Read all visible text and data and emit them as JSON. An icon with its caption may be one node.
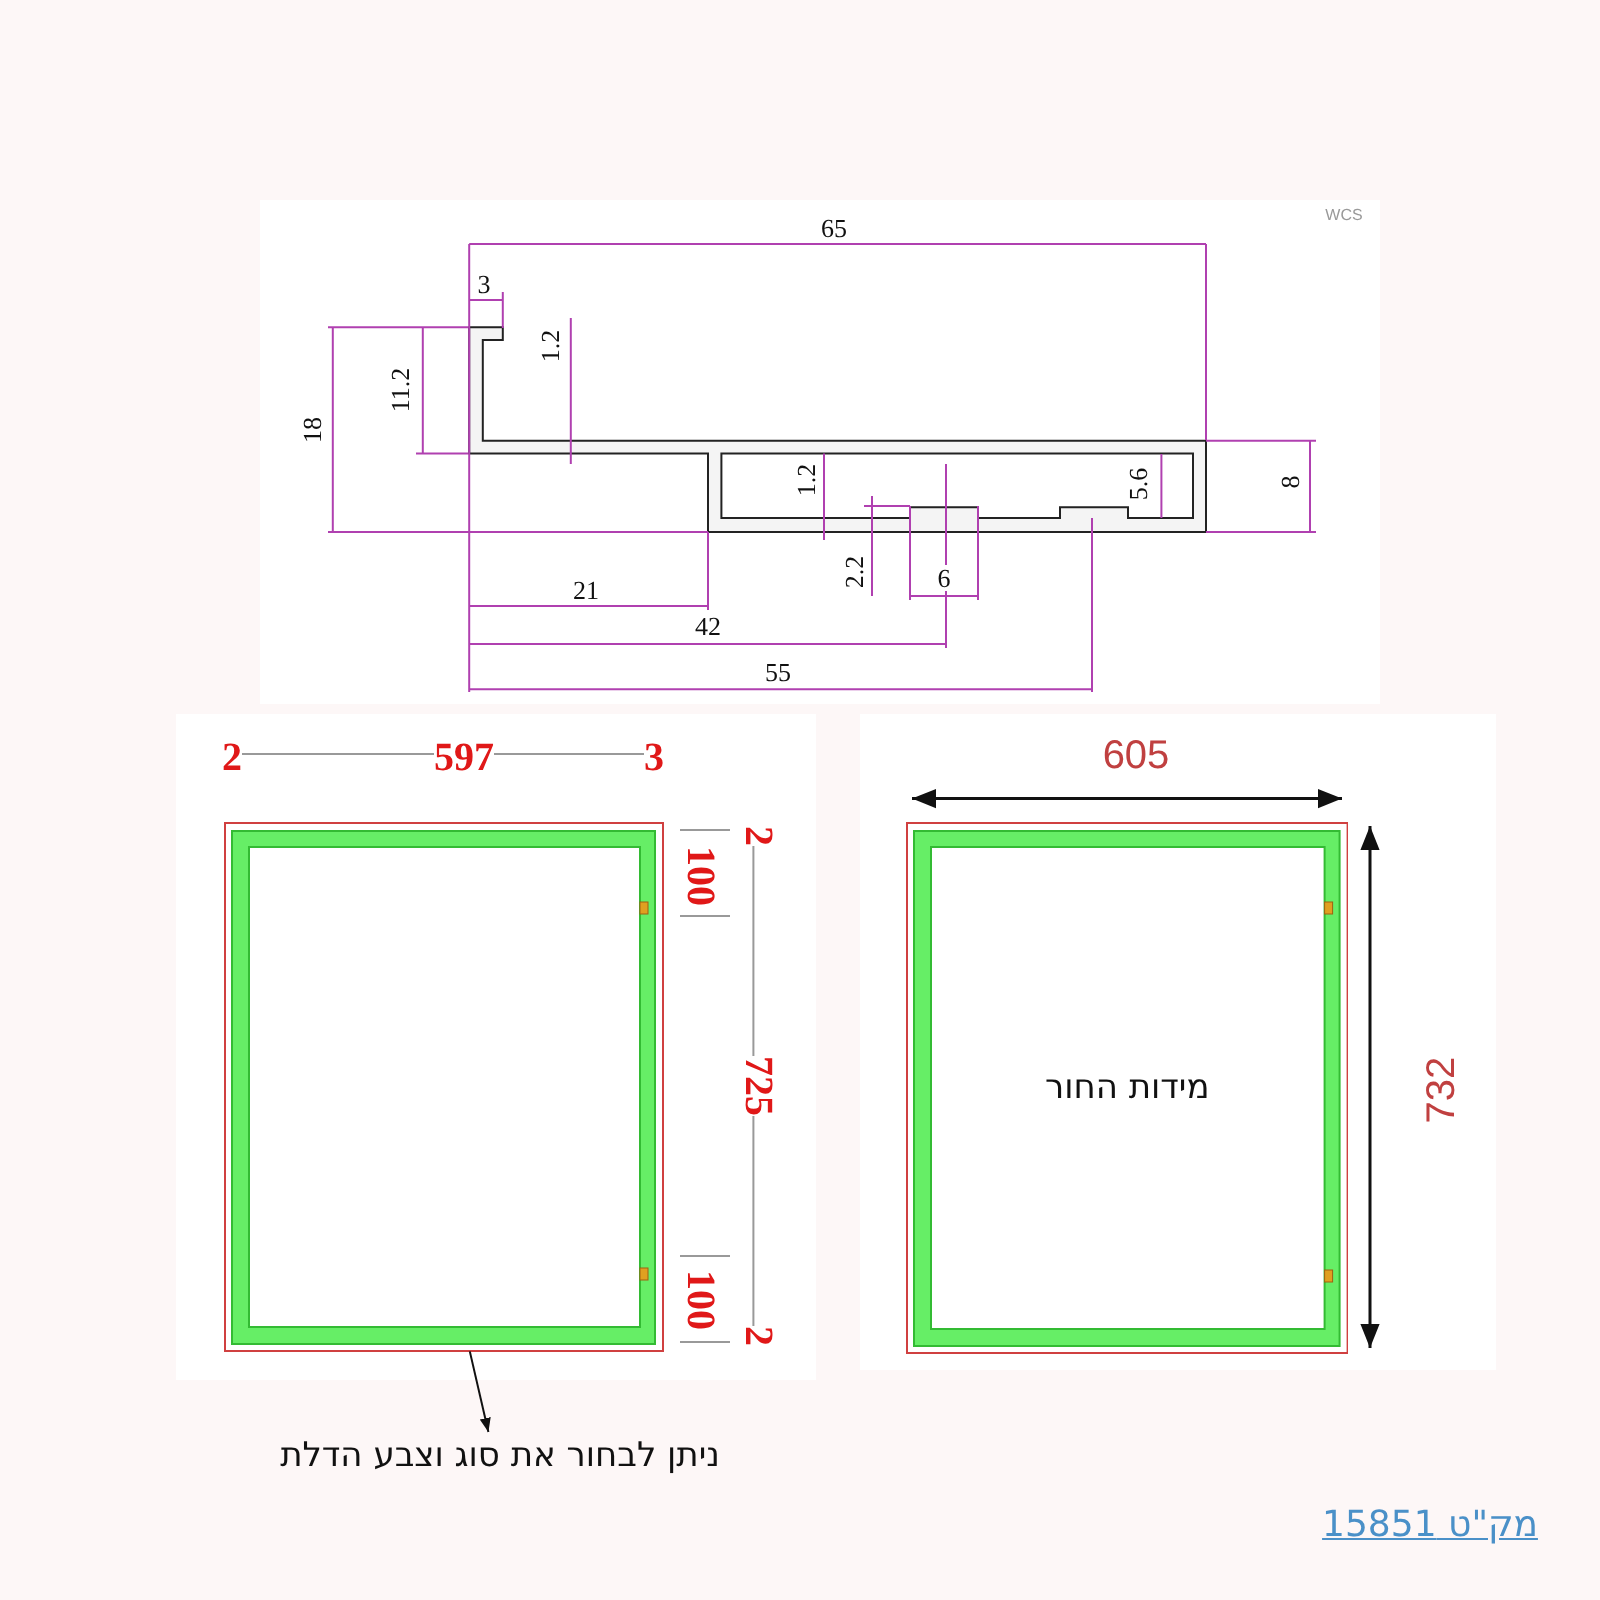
{
  "diagram": {
    "nodes": [
      {
        "text": [],
        "shape": "box"
      },
      {
        "text": [
          "מידות החור"
        ]
      },
      {
        "text": [
          "ניתן לבחור את סוג וצבע הדלת"
        ]
      }
    ],
    "edges": [
      {
        "from": 0,
        "to": 2,
        "arrow": "to"
      }
    ],
    "labels": [
      "WCS",
      "65",
      "3",
      "1.2",
      "11.2",
      "18",
      "1.2",
      "5.6",
      "8",
      "2.2",
      "6",
      "21",
      "42",
      "55",
      "2",
      "597",
      "3",
      "2",
      "100",
      "725",
      "100",
      "2",
      "605",
      "732",
      "מק\"ט 15851"
    ]
  }
}
